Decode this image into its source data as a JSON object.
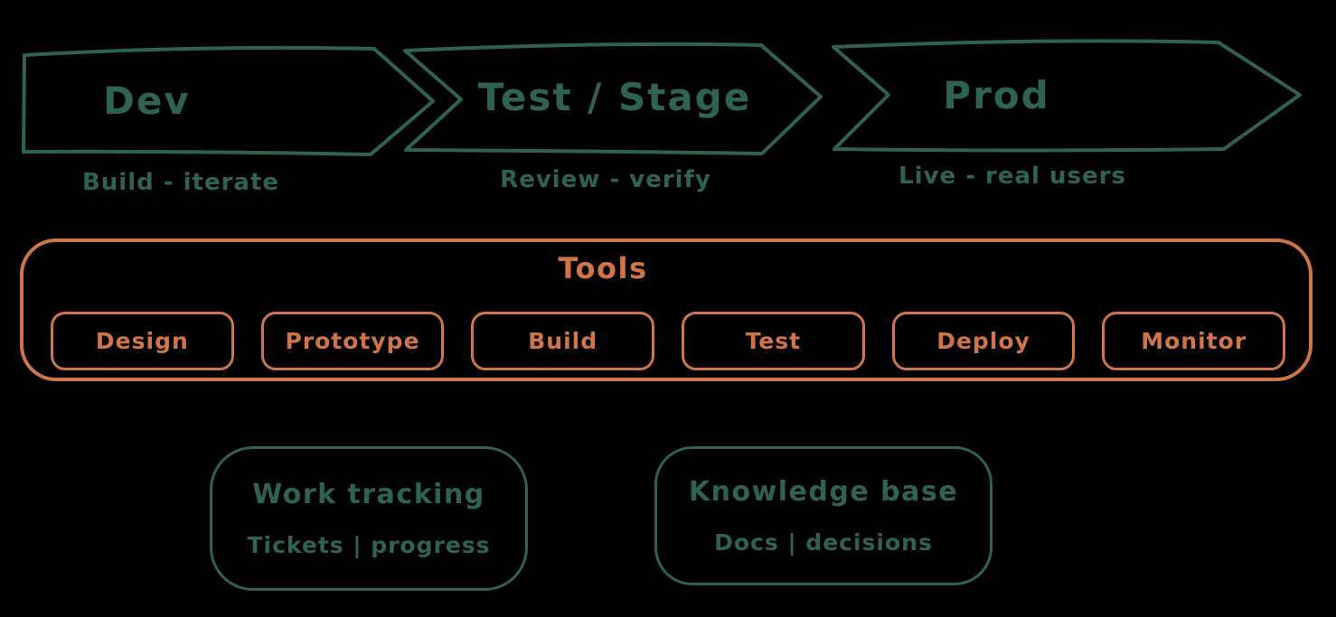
{
  "colors": {
    "green": "#2e6253",
    "orange": "#d0744a",
    "background": "#000000"
  },
  "pipeline": {
    "stages": [
      {
        "title": "Dev",
        "subtitle": "Build - iterate"
      },
      {
        "title": "Test / Stage",
        "subtitle": "Review - verify"
      },
      {
        "title": "Prod",
        "subtitle": "Live - real users"
      }
    ]
  },
  "tools": {
    "title": "Tools",
    "items": [
      "Design",
      "Prototype",
      "Build",
      "Test",
      "Deploy",
      "Monitor"
    ]
  },
  "supporting_boxes": [
    {
      "title": "Work tracking",
      "subtitle": "Tickets | progress"
    },
    {
      "title": "Knowledge base",
      "subtitle": "Docs | decisions"
    }
  ]
}
